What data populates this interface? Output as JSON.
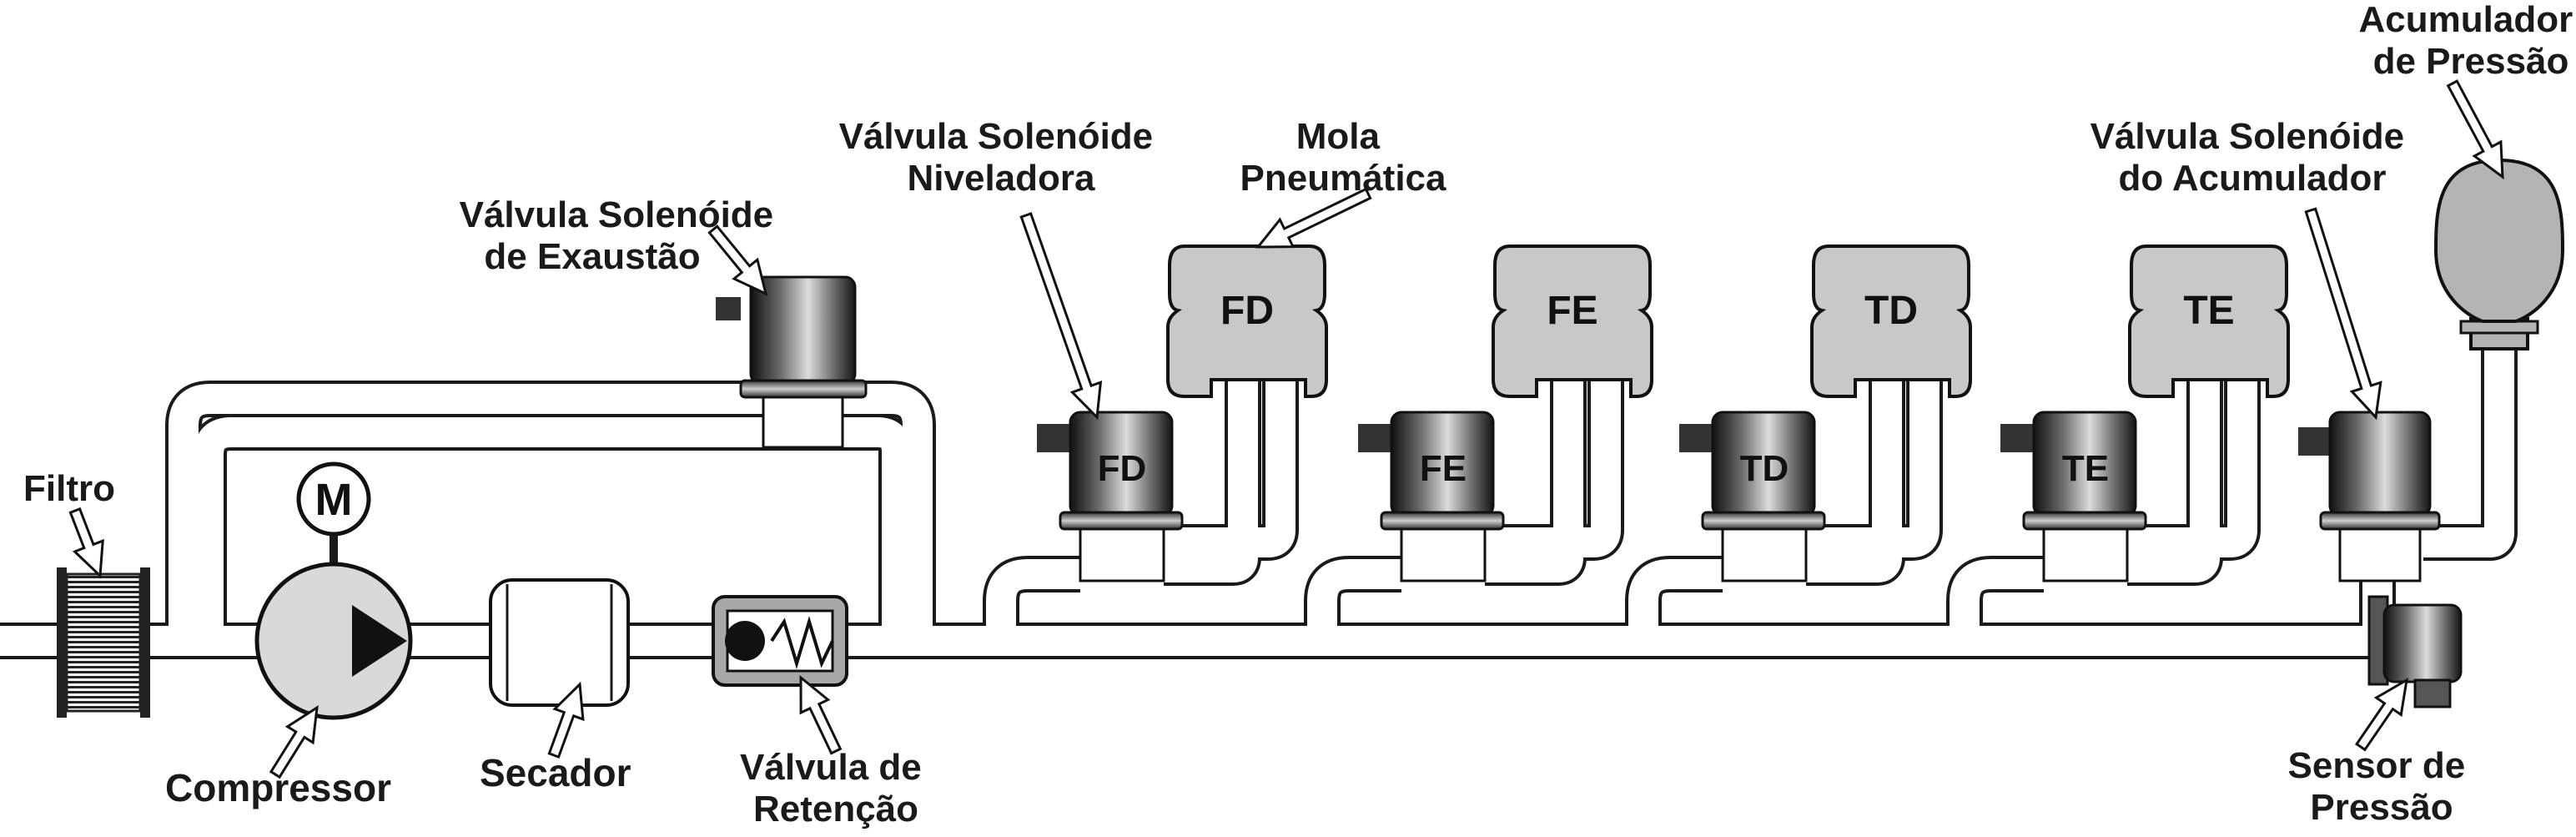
{
  "labels": {
    "filtro": "Filtro",
    "compressor": "Compressor",
    "motor": "M",
    "secador": "Secador",
    "valvula_retencao": [
      "Válvula de",
      "Retenção"
    ],
    "valvula_exaustao": [
      "Válvula Solenóide",
      "de Exaustão"
    ],
    "valvula_niveladora": [
      "Válvula Solenóide",
      "Niveladora"
    ],
    "mola_pneumatica": [
      "Mola",
      "Pneumática"
    ],
    "valvula_acumulador": [
      "Válvula Solenóide",
      "do Acumulador"
    ],
    "acumulador": [
      "Acumulador",
      "de Pressão"
    ],
    "sensor": [
      "Sensor de",
      "Pressão"
    ]
  },
  "corners": [
    "FD",
    "FE",
    "TD",
    "TE"
  ],
  "colors": {
    "line": "#1a1a1a",
    "spring_fill": "#c8c8c8",
    "compressor_fill": "#d9d9d9",
    "accumulator_fill": "#b4b4b4",
    "check_valve_fill": "#a8a8a8"
  }
}
